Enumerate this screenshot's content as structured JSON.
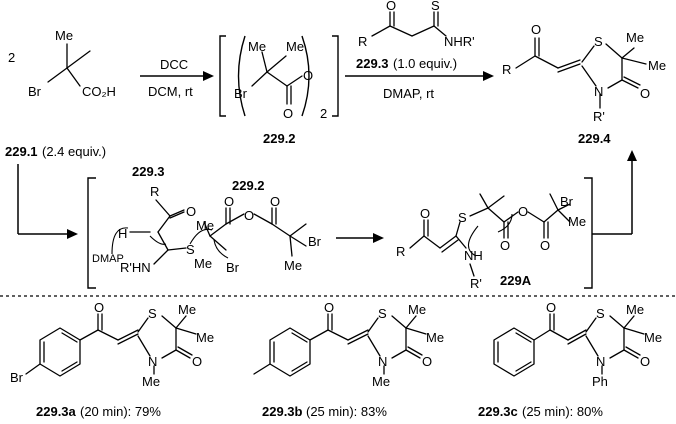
{
  "scheme": {
    "step1": {
      "coefficient": "2",
      "reagent_label": "229.1",
      "reagent_equiv": " (2.4 equiv.)",
      "conditions_top": "DCC",
      "conditions_bottom": "DCM, rt",
      "product_label": "229.2",
      "multiplier": "2"
    },
    "step2": {
      "reagent_label": "229.3",
      "reagent_equiv": " (1.0 equiv.)",
      "conditions": "DMAP, rt",
      "product_label": "229.4"
    },
    "mechanism": {
      "label_left_top": "229.3",
      "label_right_top": "229.2",
      "base": "DMAP",
      "intermediate_label": "229A"
    }
  },
  "atoms": {
    "me": "Me",
    "br": "Br",
    "r": "R",
    "o": "O",
    "s": "S",
    "n": "N",
    "h": "H",
    "co2h": "CO₂H",
    "nhr": "NHR'",
    "rprime": "R'",
    "rprimehn": "R'HN",
    "nh": "NH",
    "rprime_sub": "R'",
    "ph": "Ph"
  },
  "examples": [
    {
      "label": "229.3a",
      "detail": " (20 min): 79%",
      "substituent": "Br",
      "n_sub": "Me"
    },
    {
      "label": "229.3b",
      "detail": " (25 min): 83%",
      "substituent": "",
      "n_sub": "Me"
    },
    {
      "label": "229.3c",
      "detail": " (25 min): 80%",
      "substituent": "",
      "n_sub": "Ph"
    }
  ]
}
